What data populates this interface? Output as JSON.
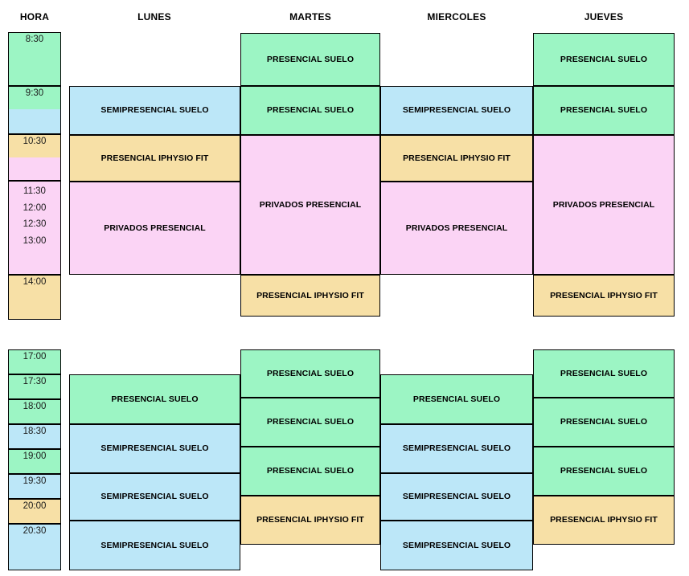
{
  "palette": {
    "presencial_suelo": "#9cf5c4",
    "semipresencial_suelo": "#bce7f8",
    "presencial_iphysio_fit": "#f7e0a6",
    "privados_presencial": "#fbd4f5",
    "border": "#000000",
    "background": "#ffffff"
  },
  "labels": {
    "presencial_suelo": "PRESENCIAL SUELO",
    "semipresencial_suelo": "SEMIPRESENCIAL SUELO",
    "presencial_iphysio_fit": "PRESENCIAL IPHYSIO FIT",
    "privados_presencial": "PRIVADOS PRESENCIAL"
  },
  "headers": {
    "hora": "HORA",
    "lunes": "LUNES",
    "martes": "MARTES",
    "miercoles": "MIERCOLES",
    "jueves": "JUEVES"
  },
  "morning": {
    "hours": [
      {
        "time": "8:30"
      },
      {
        "time": "9:30"
      },
      {
        "time": "10:30"
      },
      {
        "time": "11:30"
      },
      {
        "time": "12:00"
      },
      {
        "time": "12:30"
      },
      {
        "time": "13:00"
      },
      {
        "time": "14:00"
      }
    ],
    "lunes": [
      {
        "label": "SEMIPRESENCIAL SUELO",
        "start": "9:30",
        "end": "10:30"
      },
      {
        "label": "PRESENCIAL IPHYSIO FIT",
        "start": "10:30",
        "end": "11:30"
      },
      {
        "label": "PRIVADOS PRESENCIAL",
        "start": "11:30",
        "end": "14:00"
      }
    ],
    "martes": [
      {
        "label": "PRESENCIAL SUELO",
        "start": "8:30",
        "end": "9:30"
      },
      {
        "label": "PRESENCIAL SUELO",
        "start": "9:30",
        "end": "10:30"
      },
      {
        "label": "PRIVADOS PRESENCIAL",
        "start": "10:30",
        "end": "14:00"
      },
      {
        "label": "PRESENCIAL IPHYSIO FIT",
        "start": "14:00",
        "end": "15:00"
      }
    ],
    "miercoles": [
      {
        "label": "SEMIPRESENCIAL SUELO",
        "start": "9:30",
        "end": "10:30"
      },
      {
        "label": "PRESENCIAL IPHYSIO FIT",
        "start": "10:30",
        "end": "11:30"
      },
      {
        "label": "PRIVADOS PRESENCIAL",
        "start": "11:30",
        "end": "14:00"
      }
    ],
    "jueves": [
      {
        "label": "PRESENCIAL SUELO",
        "start": "8:30",
        "end": "9:30"
      },
      {
        "label": "PRESENCIAL SUELO",
        "start": "9:30",
        "end": "10:30"
      },
      {
        "label": "PRIVADOS PRESENCIAL",
        "start": "10:30",
        "end": "14:00"
      },
      {
        "label": "PRESENCIAL IPHYSIO FIT",
        "start": "14:00",
        "end": "15:00"
      }
    ]
  },
  "afternoon": {
    "hours": [
      {
        "time": "17:00"
      },
      {
        "time": "17:30"
      },
      {
        "time": "18:00"
      },
      {
        "time": "18:30"
      },
      {
        "time": "19:00"
      },
      {
        "time": "19:30"
      },
      {
        "time": "20:00"
      },
      {
        "time": "20:30"
      }
    ],
    "lunes": [
      {
        "label": "PRESENCIAL SUELO",
        "start": "17:30",
        "end": "18:30"
      },
      {
        "label": "SEMIPRESENCIAL SUELO",
        "start": "18:30",
        "end": "19:30"
      },
      {
        "label": "SEMIPRESENCIAL SUELO",
        "start": "19:30",
        "end": "20:30"
      },
      {
        "label": "SEMIPRESENCIAL SUELO",
        "start": "20:30",
        "end": "21:30"
      }
    ],
    "martes": [
      {
        "label": "PRESENCIAL SUELO",
        "start": "17:00",
        "end": "18:00"
      },
      {
        "label": "PRESENCIAL SUELO",
        "start": "18:00",
        "end": "19:00"
      },
      {
        "label": "PRESENCIAL SUELO",
        "start": "19:00",
        "end": "20:00"
      },
      {
        "label": "PRESENCIAL IPHYSIO FIT",
        "start": "20:00",
        "end": "21:00"
      }
    ],
    "miercoles": [
      {
        "label": "PRESENCIAL SUELO",
        "start": "17:30",
        "end": "18:30"
      },
      {
        "label": "SEMIPRESENCIAL SUELO",
        "start": "18:30",
        "end": "19:30"
      },
      {
        "label": "SEMIPRESENCIAL SUELO",
        "start": "19:30",
        "end": "20:30"
      },
      {
        "label": "SEMIPRESENCIAL SUELO",
        "start": "20:30",
        "end": "21:30"
      }
    ],
    "jueves": [
      {
        "label": "PRESENCIAL SUELO",
        "start": "17:00",
        "end": "18:00"
      },
      {
        "label": "PRESENCIAL SUELO",
        "start": "18:00",
        "end": "19:00"
      },
      {
        "label": "PRESENCIAL SUELO",
        "start": "19:00",
        "end": "20:00"
      },
      {
        "label": "PRESENCIAL IPHYSIO FIT",
        "start": "20:00",
        "end": "21:00"
      }
    ]
  }
}
